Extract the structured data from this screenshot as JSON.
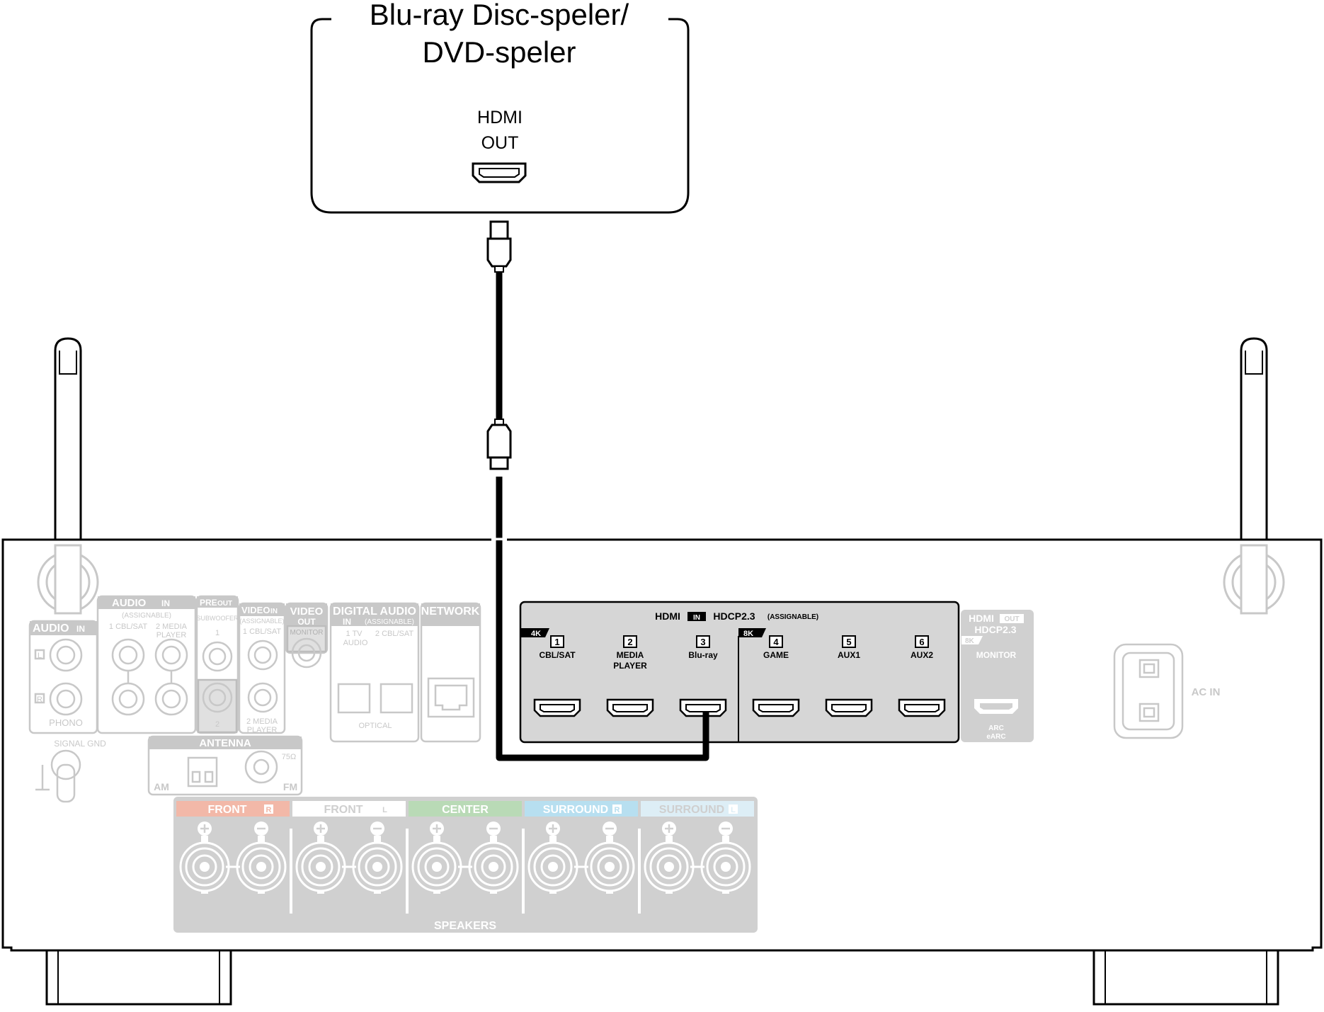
{
  "source_device": {
    "title_line1": "Blu-ray Disc-speler/",
    "title_line2": "DVD-speler",
    "port_line1": "HDMI",
    "port_line2": "OUT"
  },
  "receiver": {
    "audio_in": {
      "title": "AUDIO",
      "badge": "IN",
      "assignable": "(ASSIGNABLE)",
      "input1": "1 CBL/SAT",
      "input2_line1": "2 MEDIA",
      "input2_line2": "PLAYER"
    },
    "phono": {
      "title": "AUDIO",
      "badge": "IN",
      "left": "L",
      "right": "R",
      "label": "PHONO"
    },
    "pre_out": {
      "title": "PRE",
      "badge": "OUT",
      "sub": "SUBWOOFER",
      "one": "1",
      "two": "2"
    },
    "video_in": {
      "title": "VIDEO",
      "badge": "IN",
      "assignable": "(ASSIGNABLE)",
      "input1": "1 CBL/SAT",
      "input2_line1": "2 MEDIA",
      "input2_line2": "PLAYER"
    },
    "video_out": {
      "title": "VIDEO",
      "badge": "OUT",
      "monitor": "MONITOR"
    },
    "digital_audio": {
      "title": "DIGITAL AUDIO",
      "badge": "IN",
      "assignable": "(ASSIGNABLE)",
      "input1": "1   TV",
      "input1_sub": "AUDIO",
      "input2": "2 CBL/SAT",
      "label": "OPTICAL"
    },
    "network": {
      "title": "NETWORK"
    },
    "signal_gnd": "SIGNAL GND",
    "antenna": {
      "title": "ANTENNA",
      "am": "AM",
      "fm": "FM",
      "ohm": "75Ω"
    },
    "hdmi_in": {
      "title": "HDMI",
      "badge": "IN",
      "hdcp": "HDCP2.3",
      "assignable": "(ASSIGNABLE)",
      "group_4k": "4K",
      "group_8k": "8K",
      "inputs": [
        {
          "num": "1",
          "line1": "CBL/SAT",
          "line2": ""
        },
        {
          "num": "2",
          "line1": "MEDIA",
          "line2": "PLAYER"
        },
        {
          "num": "3",
          "line1": "Blu-ray",
          "line2": ""
        },
        {
          "num": "4",
          "line1": "GAME",
          "line2": ""
        },
        {
          "num": "5",
          "line1": "AUX1",
          "line2": ""
        },
        {
          "num": "6",
          "line1": "AUX2",
          "line2": ""
        }
      ]
    },
    "hdmi_out": {
      "title": "HDMI",
      "badge": "OUT",
      "hdcp": "HDCP2.3",
      "group_8k": "8K",
      "monitor": "MONITOR",
      "arc": "ARC",
      "earc": "eARC"
    },
    "ac_in": "AC IN",
    "speakers": {
      "title": "SPEAKERS",
      "channels": [
        {
          "name": "FRONT",
          "side": "R",
          "color": "#f2b8a8"
        },
        {
          "name": "FRONT",
          "side": "L",
          "color": "#ffffff"
        },
        {
          "name": "CENTER",
          "side": "",
          "color": "#b9dab6"
        },
        {
          "name": "SURROUND",
          "side": "R",
          "color": "#b7dff0"
        },
        {
          "name": "SURROUND",
          "side": "L",
          "color": "#ddeef6"
        }
      ]
    }
  },
  "colors": {
    "panel": "#d0d0d0",
    "panel_dark": "#bdbdbd",
    "hdmi_panel": "#d6d6d6",
    "outline": "#000000",
    "faded": "#c8c8c8"
  }
}
